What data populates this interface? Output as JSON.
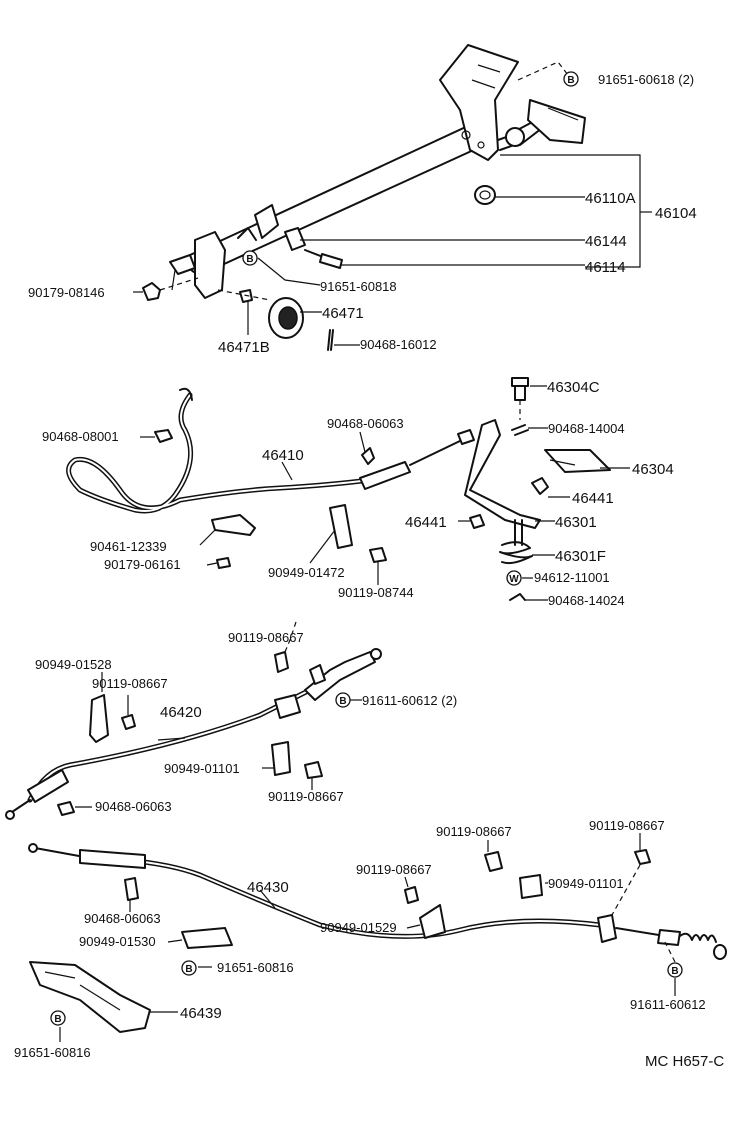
{
  "labels": {
    "p91651_60618": "91651-60618 (2)",
    "p46110A": "46110A",
    "p46104": "46104",
    "p46144": "46144",
    "p46114": "46114",
    "p91651_60818": "91651-60818",
    "p90179_08146": "90179-08146",
    "p46471": "46471",
    "p46471B": "46471B",
    "p90468_16012": "90468-16012",
    "p46304C": "46304C",
    "p90468_14004": "90468-14004",
    "p46304": "46304",
    "p46441a": "46441",
    "p46441b": "46441",
    "p46301": "46301",
    "p46301F": "46301F",
    "p94612_11001": "94612-11001",
    "p90468_14024": "90468-14024",
    "p90468_08001": "90468-08001",
    "p46410": "46410",
    "p90468_06063a": "90468-06063",
    "p90461_12339": "90461-12339",
    "p90179_06161": "90179-06161",
    "p90949_01472": "90949-01472",
    "p90119_08744": "90119-08744",
    "p90119_08667a": "90119-08667",
    "p90949_01528": "90949-01528",
    "p90119_08667b": "90119-08667",
    "p46420": "46420",
    "p91611_60612_2": "91611-60612 (2)",
    "p90949_01101a": "90949-01101",
    "p90119_08667c": "90119-08667",
    "p90468_06063b": "90468-06063",
    "p90119_08667d": "90119-08667",
    "p90119_08667e": "90119-08667",
    "p90119_08667f": "90119-08667",
    "p90949_01101b": "90949-01101",
    "p46430": "46430",
    "p90949_01529": "90949-01529",
    "p90468_06063c": "90468-06063",
    "p90949_01530": "90949-01530",
    "p91651_60816a": "91651-60816",
    "p46439": "46439",
    "p91651_60816b": "91651-60816",
    "p91611_60612": "91611-60612",
    "footer_code": "MC  H657-C"
  },
  "markers": {
    "bolt": "B",
    "washer": "W"
  }
}
